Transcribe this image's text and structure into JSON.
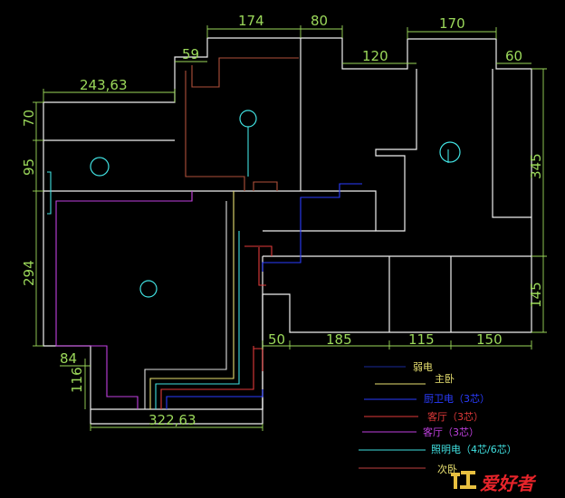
{
  "dimensions": {
    "top_174": "174",
    "top_80": "80",
    "top_170": "170",
    "top_59": "59",
    "top_120": "120",
    "top_60": "60",
    "left_24363": "243,63",
    "left_70": "70",
    "left_95": "95",
    "left_294": "294",
    "left_84": "84",
    "left_116": "116",
    "right_345": "345",
    "right_145": "145",
    "bottom_50": "50",
    "bottom_185": "185",
    "bottom_115": "115",
    "bottom_150": "150",
    "bottom_32263": "322,63"
  },
  "legend": [
    {
      "label": "弱电",
      "color": "#1a2a9a"
    },
    {
      "label": "主卧",
      "color": "#e8e070"
    },
    {
      "label": "厨卫电（3芯）",
      "color": "#2a3cff"
    },
    {
      "label": "客厅（3芯）",
      "color": "#e23a3a"
    },
    {
      "label": "客厅（3芯）",
      "color": "#c040e0"
    },
    {
      "label": "照明电（4芯/6芯）",
      "color": "#40e0e0"
    },
    {
      "label": "次卧",
      "color": "#c04040"
    }
  ],
  "brand": {
    "text": "爱好者",
    "color": "#e8242a"
  },
  "colors": {
    "wall": "#f0f0f0",
    "dimension": "#9bd85a",
    "light": "#40e0e0"
  }
}
